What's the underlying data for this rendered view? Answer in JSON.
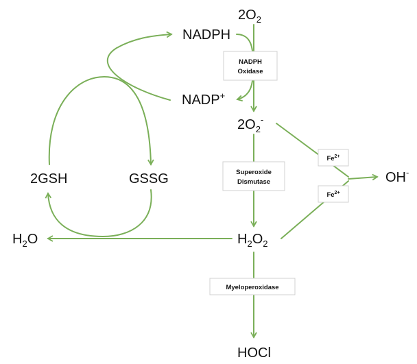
{
  "colors": {
    "arrow": "#7aaf58",
    "text": "#111111",
    "box_border": "#d0d0d0"
  },
  "nodes": {
    "o2": {
      "base": "2O",
      "sub": "2"
    },
    "nadph": {
      "base": "NADPH"
    },
    "nadp": {
      "base": "NADP",
      "sup": "+"
    },
    "superoxide": {
      "base": "2O",
      "sub": "2",
      "sup": "-"
    },
    "gsh": {
      "base": "2GSH"
    },
    "gssg": {
      "base": "GSSG"
    },
    "hydroxyl": {
      "base": "OH",
      "sup": "-"
    },
    "water": {
      "base": "H",
      "sub": "2",
      "tail": "O"
    },
    "h2o2": {
      "base": "H",
      "sub": "2",
      "mid": "O",
      "sub2": "2"
    },
    "hocl": {
      "base": "HOCl"
    }
  },
  "enzymes": {
    "nadph_oxidase": {
      "line1": "NADPH",
      "line2": "Oxidase"
    },
    "sod": {
      "line1": "Superoxide",
      "line2": "Dismutase"
    },
    "fe_top": {
      "base": "Fe",
      "sup": "2+"
    },
    "fe_bottom": {
      "base": "Fe",
      "sup": "2+"
    },
    "mpo": {
      "line1": "Myeloperoxidase"
    }
  }
}
